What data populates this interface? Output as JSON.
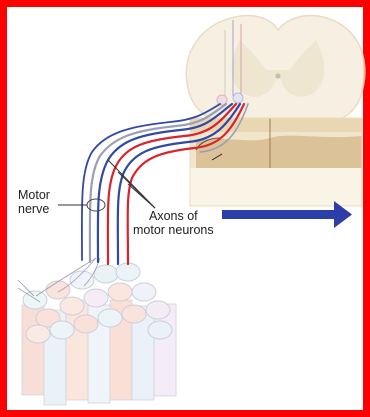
{
  "labels": {
    "motor_nerve_line1": "Motor",
    "motor_nerve_line2": "nerve",
    "axons_line1": "Axons of",
    "axons_line2": "motor neurons"
  },
  "colors": {
    "frame_border": "#ff0000",
    "arrow": "#2c3ea8",
    "axon_red": "#d9232d",
    "axon_blue": "#3148a6",
    "spinal_tissue": "#f4ead6",
    "bone_band": "#c9ab78"
  },
  "arrow_direction": "right"
}
